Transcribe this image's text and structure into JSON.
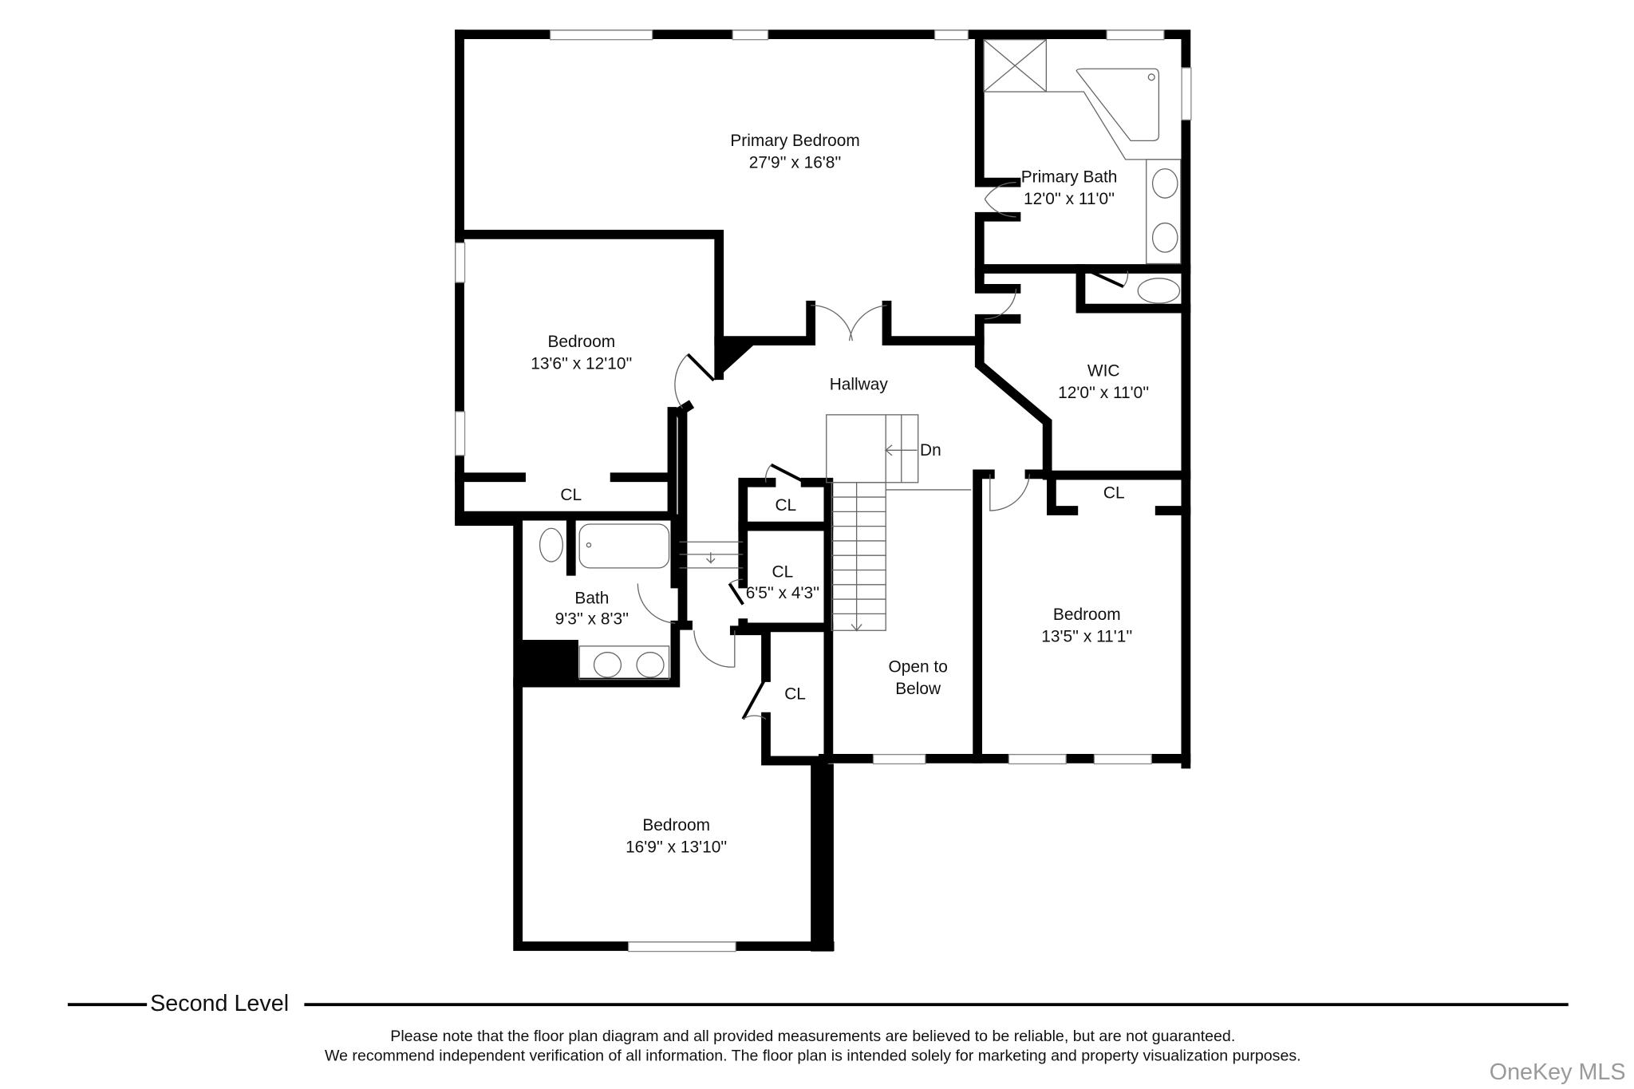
{
  "rooms": {
    "primary_bedroom": {
      "name": "Primary Bedroom",
      "size": "27'9'' x 16'8''"
    },
    "primary_bath": {
      "name": "Primary Bath",
      "size": "12'0'' x 11'0''"
    },
    "bedroom_nw": {
      "name": "Bedroom",
      "size": "13'6'' x 12'10''"
    },
    "hallway": {
      "name": "Hallway"
    },
    "stairs_label": "Dn",
    "wic": {
      "name": "WIC",
      "size": "12'0'' x 11'0''"
    },
    "closet_w": {
      "name": "CL"
    },
    "closet_hall_top": {
      "name": "CL"
    },
    "closet_hall_mid": {
      "name": "CL",
      "size": "6'5'' x 4'3''"
    },
    "closet_hall_low": {
      "name": "CL"
    },
    "closet_e": {
      "name": "CL"
    },
    "bath": {
      "name": "Bath",
      "size": "9'3'' x 8'3''"
    },
    "open_below": {
      "line1": "Open to",
      "line2": "Below"
    },
    "bedroom_e": {
      "name": "Bedroom",
      "size": "13'5'' x 11'1''"
    },
    "bedroom_s": {
      "name": "Bedroom",
      "size": "16'9'' x 13'10''"
    }
  },
  "footer": {
    "level": "Second Level",
    "disclaimer_1": "Please note that the floor plan diagram and all provided measurements are believed to be reliable, but are not guaranteed.",
    "disclaimer_2": "We recommend independent verification of all information. The floor plan is intended solely for marketing and property visualization purposes.",
    "watermark": "OneKey MLS"
  }
}
